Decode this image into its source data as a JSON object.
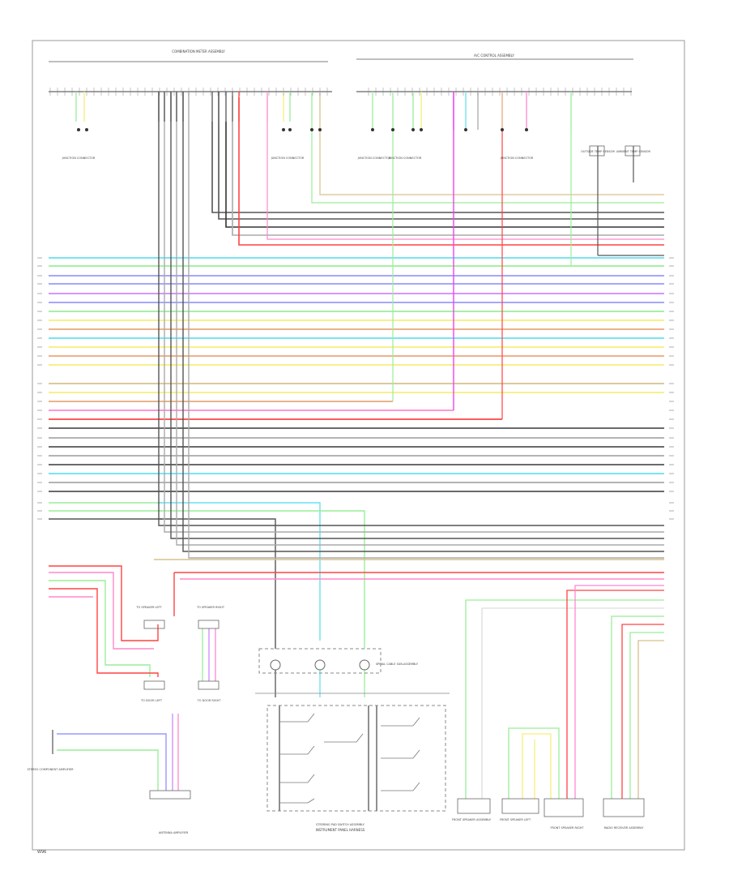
{
  "diagram": {
    "header_left": "COMBINATION METER ASSEMBLY",
    "header_right": "A/C CONTROL ASSEMBLY",
    "footer_center": "INSTRUMENT PANEL HARNESS",
    "footer_code": "W96",
    "components": {
      "left_conn_1": "JUNCTION CONNECTOR",
      "left_conn_2": "JUNCTION CONNECTOR",
      "right_conn_1": "JUNCTION CONNECTOR",
      "right_conn_2": "JUNCTION CONNECTOR",
      "right_conn_3": "JUNCTION CONNECTOR",
      "right_conn_4": "OUTSIDE TEMP SENSOR",
      "right_conn_5": "AMBIENT TEMP SENSOR",
      "mid_conn_1": "TO SPEAKER LEFT",
      "mid_conn_2": "TO SPEAKER RIGHT",
      "mid_conn_3": "TO DOOR LEFT",
      "mid_conn_4": "TO DOOR RIGHT",
      "steering_switch": "STEERING PAD SWITCH ASSEMBLY",
      "spiral_cable": "SPIRAL CABLE SUB-ASSEMBLY",
      "bottom_1": "FRONT SPEAKER ASSEMBLY",
      "bottom_2": "FRONT SPEAKER LEFT",
      "bottom_3": "FRONT SPEAKER RIGHT",
      "bottom_4": "RADIO RECEIVER ASSEMBLY",
      "bottom_5": "ANTENNA AMPLIFIER",
      "left_bottom": "STEREO COMPONENT AMPLIFIER"
    }
  }
}
